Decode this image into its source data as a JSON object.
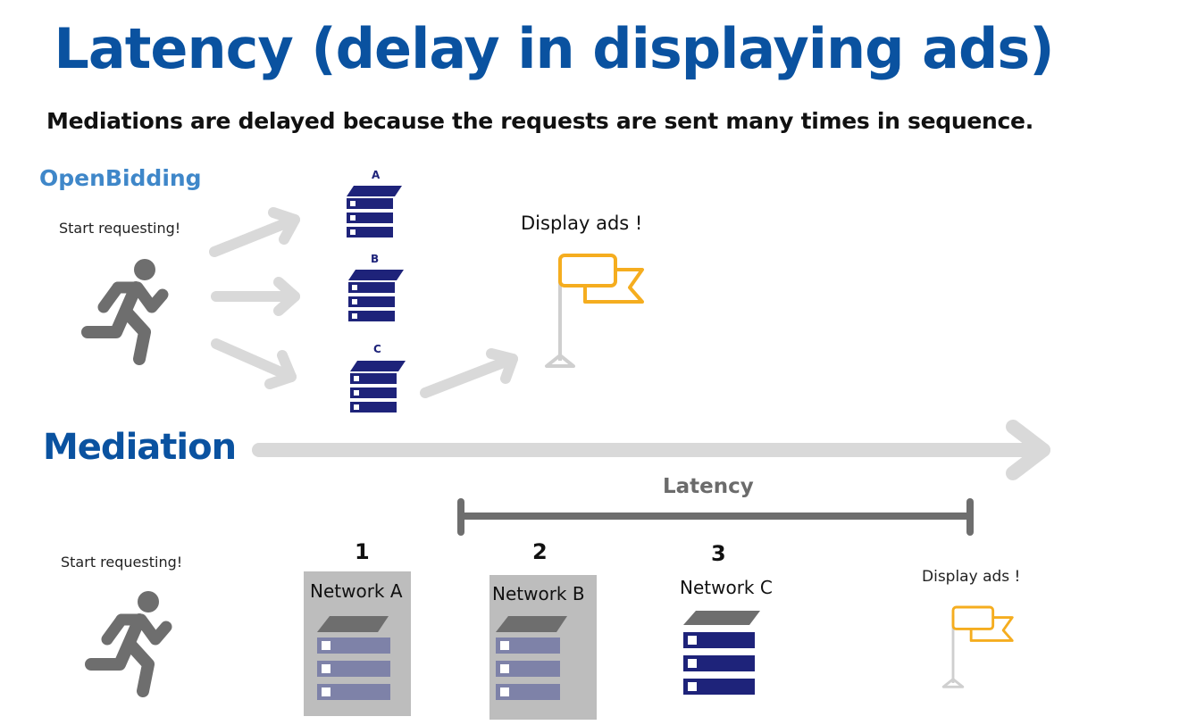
{
  "title": "Latency (delay in displaying ads)",
  "subtitle": "Mediations are delayed because the requests are sent many times in sequence.",
  "openbidding": {
    "heading": "OpenBidding",
    "start_label": "Start requesting!",
    "servers": [
      {
        "label": "A"
      },
      {
        "label": "B"
      },
      {
        "label": "C"
      }
    ],
    "display_label": "Display ads !"
  },
  "mediation": {
    "heading": "Mediation",
    "start_label": "Start requesting!",
    "latency_label": "Latency",
    "networks": [
      {
        "step": "1",
        "label": "Network A",
        "state": "inactive"
      },
      {
        "step": "2",
        "label": "Network B",
        "state": "inactive"
      },
      {
        "step": "3",
        "label": "Network C",
        "state": "active"
      }
    ],
    "display_label": "Display ads !"
  },
  "colors": {
    "title_blue": "#0a52a0",
    "openbidding_blue": "#3f87c9",
    "server_navy": "#1e237a",
    "server_faded": "#7e82a8",
    "arrow_gray": "#d9d9d9",
    "runner_gray": "#6e6e6e",
    "flag_orange": "#f5ad1f",
    "latency_gray": "#6e6e6e",
    "network_box_gray": "#bdbdbd"
  }
}
